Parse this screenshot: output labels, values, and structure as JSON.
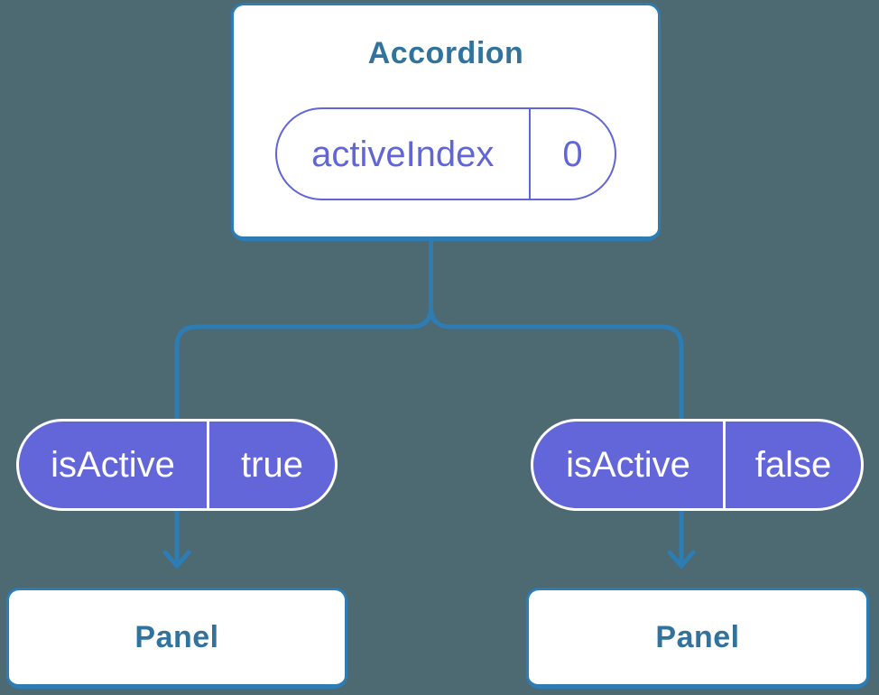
{
  "diagram": {
    "accordion": {
      "title": "Accordion",
      "state_pill": {
        "label": "activeIndex",
        "value": "0"
      }
    },
    "children": [
      {
        "prop_pill": {
          "label": "isActive",
          "value": "true"
        },
        "panel_label": "Panel"
      },
      {
        "prop_pill": {
          "label": "isActive",
          "value": "false"
        },
        "panel_label": "Panel"
      }
    ],
    "colors": {
      "background": "#4d6972",
      "connector_blue": "#2d7cb3",
      "node_border_blue": "#2d7cb3",
      "node_text_blue": "#31739c",
      "prop_pill_purple": "#6366d9",
      "state_pill_purple": "#6065d8",
      "pill_text_white": "#ffffff",
      "node_background": "#ffffff"
    }
  }
}
